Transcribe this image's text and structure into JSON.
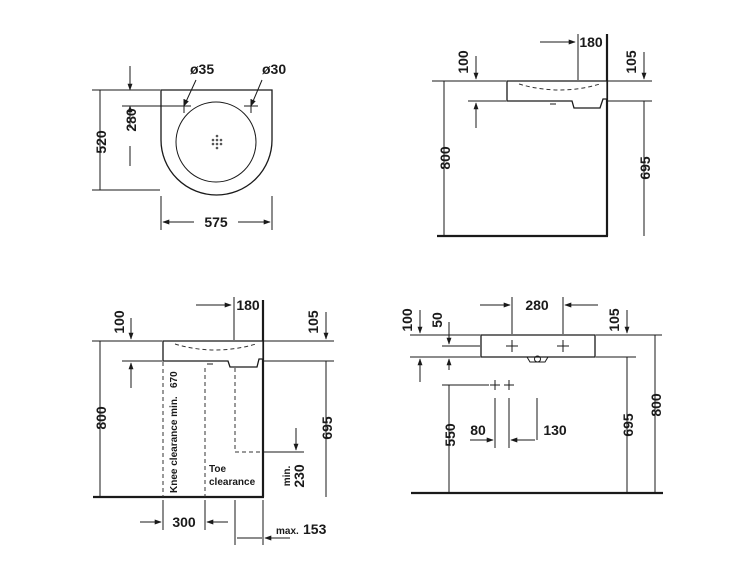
{
  "views": {
    "top": {
      "dia_left": "ø35",
      "dia_right": "ø30",
      "depth": "520",
      "tap_offset": "280",
      "width": "575"
    },
    "side": {
      "tap_to_wall": "180",
      "rim_thickness": "100",
      "rim_above": "105",
      "height": "800",
      "below": "695"
    },
    "section": {
      "tap_to_wall": "180",
      "rim_thickness": "100",
      "rim_above": "105",
      "height": "800",
      "below": "695",
      "knee_clearance": "Knee clearance min.",
      "knee_value": "670",
      "toe_clearance_line1": "Toe",
      "toe_clearance_line2": "clearance",
      "toe_min_label": "min.",
      "toe_min_value": "230",
      "depth": "300",
      "max_label": "max.",
      "max_value": "153"
    },
    "front": {
      "tap_spacing": "280",
      "rim_thickness": "100",
      "bowl": "50",
      "rim_above": "105",
      "height": "800",
      "below": "695",
      "waste_height": "550",
      "waste_left": "80",
      "waste_right": "130"
    }
  }
}
